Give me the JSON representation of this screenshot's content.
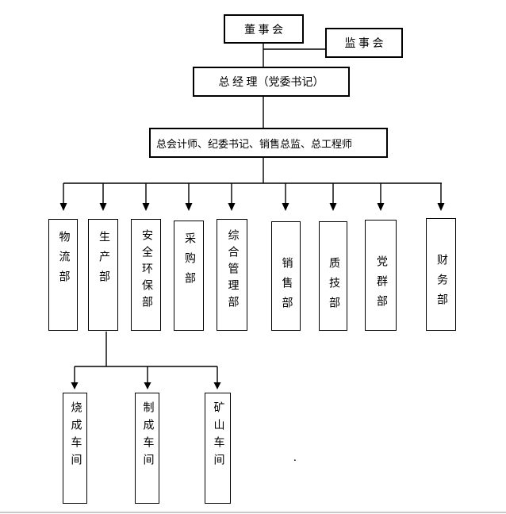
{
  "org_chart": {
    "top_boxes": {
      "board": "董 事 会",
      "supervisory": "监 事 会",
      "general_manager": "总 经 理（党委书记）",
      "staff_row": "总会计师、纪委书记、销售总监、总工程师"
    },
    "departments": [
      {
        "label": "物流部"
      },
      {
        "label": "生产部"
      },
      {
        "label": "安全环保部"
      },
      {
        "label": "采购部"
      },
      {
        "label": "综合管理部"
      },
      {
        "label": "销售部"
      },
      {
        "label": "质技部"
      },
      {
        "label": "党群部"
      },
      {
        "label": "财务部"
      }
    ],
    "workshops": [
      {
        "label": "烧成车间"
      },
      {
        "label": "制成车间"
      },
      {
        "label": "矿山车间"
      }
    ],
    "stray_mark": "."
  },
  "colors": {
    "line": "#000000",
    "text": "#000000",
    "background": "#ffffff",
    "bottom_edge": "#c9c9c9"
  }
}
